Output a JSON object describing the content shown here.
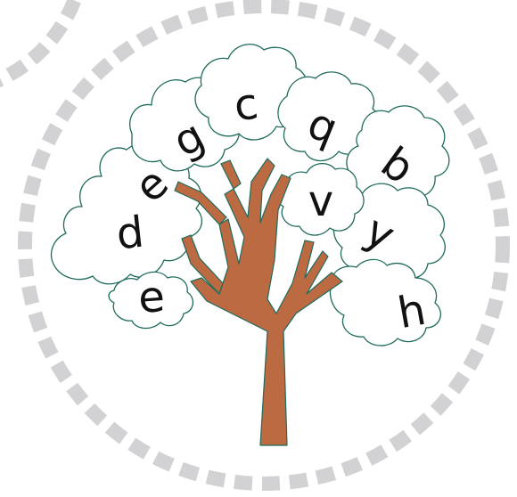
{
  "colors": {
    "dashed_ring": "#d2d2d4",
    "leaf_outline": "#1f6b5c",
    "trunk": "#bc6a42",
    "letter": "#111111",
    "background": "#ffffff"
  },
  "letters": [
    "c",
    "g",
    "q",
    "e",
    "b",
    "d",
    "v",
    "y",
    "e",
    "h"
  ]
}
